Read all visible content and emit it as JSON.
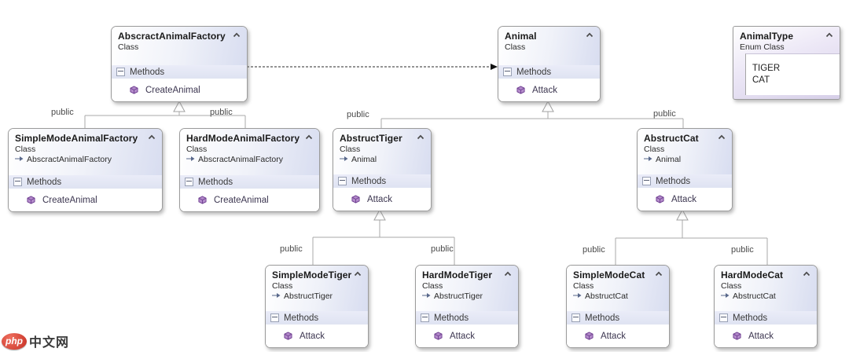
{
  "labels": {
    "methods": "Methods",
    "public": "public"
  },
  "boxes": [
    {
      "name": "AbscractAnimalFactory",
      "kind": "Class",
      "methods": [
        "CreateAnimal"
      ]
    },
    {
      "name": "Animal",
      "kind": "Class",
      "methods": [
        "Attack"
      ]
    },
    {
      "name": "AnimalType",
      "kind": "Enum Class",
      "values": [
        "TIGER",
        "CAT"
      ]
    },
    {
      "name": "SimpleModeAnimalFactory",
      "kind": "Class",
      "base": "AbscractAnimalFactory",
      "methods": [
        "CreateAnimal"
      ]
    },
    {
      "name": "HardModeAnimalFactory",
      "kind": "Class",
      "base": "AbscractAnimalFactory",
      "methods": [
        "CreateAnimal"
      ]
    },
    {
      "name": "AbstructTiger",
      "kind": "Class",
      "base": "Animal",
      "methods": [
        "Attack"
      ]
    },
    {
      "name": "AbstructCat",
      "kind": "Class",
      "base": "Animal",
      "methods": [
        "Attack"
      ]
    },
    {
      "name": "SimpleModeTiger",
      "kind": "Class",
      "base": "AbstructTiger",
      "methods": [
        "Attack"
      ]
    },
    {
      "name": "HardModeTiger",
      "kind": "Class",
      "base": "AbstructTiger",
      "methods": [
        "Attack"
      ]
    },
    {
      "name": "SimpleModeCat",
      "kind": "Class",
      "base": "AbstructCat",
      "methods": [
        "Attack"
      ]
    },
    {
      "name": "HardModeCat",
      "kind": "Class",
      "base": "AbstructCat",
      "methods": [
        "Attack"
      ]
    }
  ],
  "watermark": {
    "logo": "php",
    "text": "中文网"
  },
  "colors": {
    "box_border": "#9b9b9b",
    "header_gradient_end": "#d8ddf0",
    "section_band": "#e2e5f3",
    "method_icon_purple": "#7a3f9d",
    "connector_line": "#a8a8a8",
    "dashed_arrow": "#1a1a1a"
  }
}
